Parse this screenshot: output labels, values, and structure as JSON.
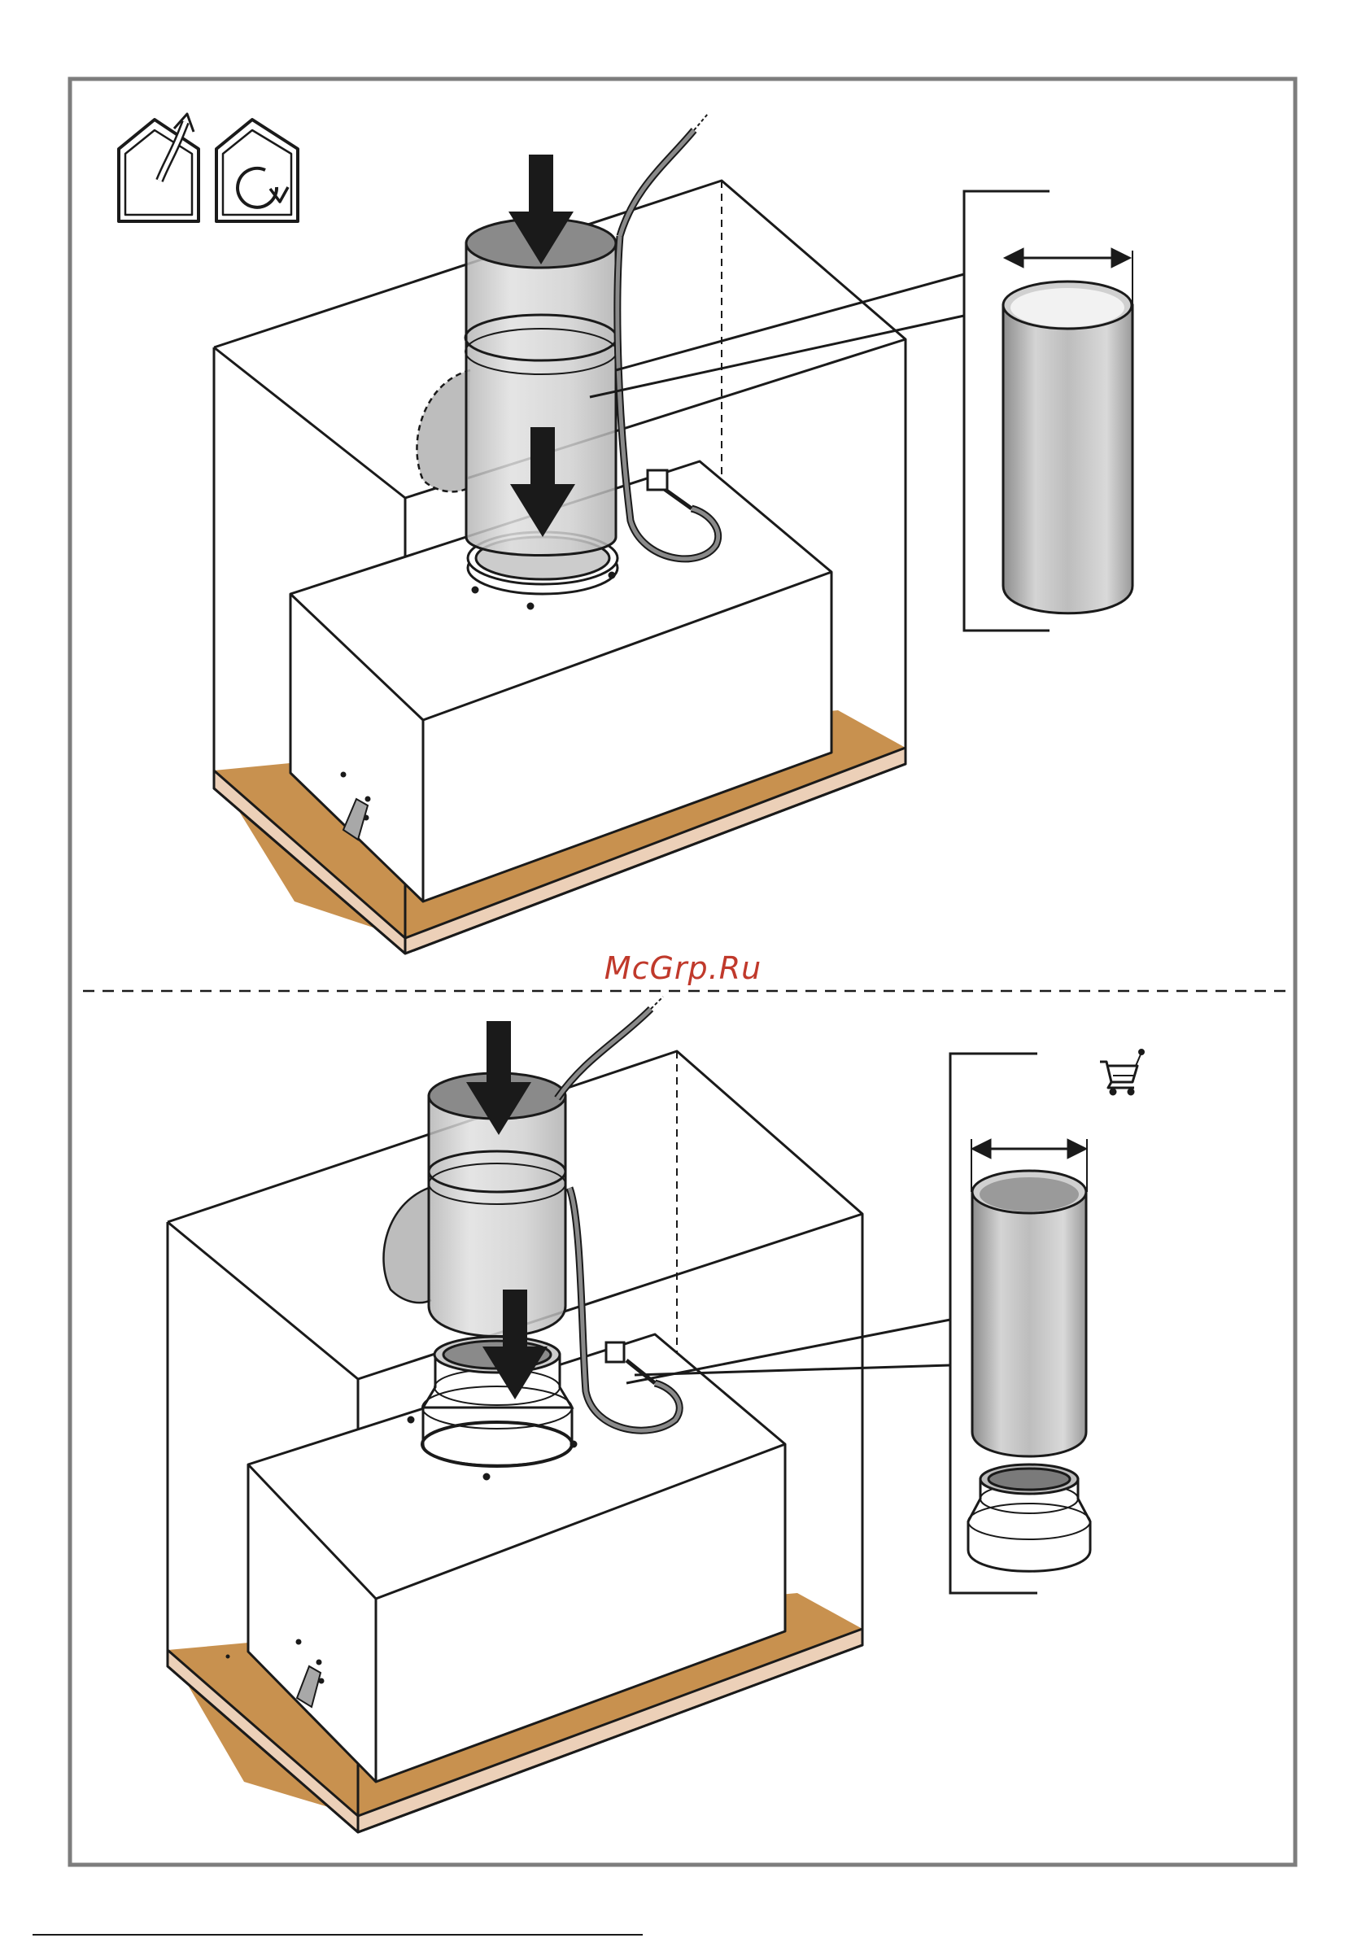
{
  "watermark": {
    "text": "McGrp.Ru",
    "color": "#c0392b"
  },
  "colors": {
    "frame": "#7d7d7d",
    "line": "#1a1a1a",
    "wood": "#c8914f",
    "wood_edge": "#ecd0b8",
    "duct_fill": "#c6c6c6",
    "duct_dark": "#808080",
    "cable": "#8a8a8a"
  },
  "icons": {
    "top_left": [
      "duct-out-icon",
      "recirculation-icon"
    ],
    "bottom_right": [
      "cart-icon"
    ]
  },
  "panels": [
    {
      "name": "ducted-installation-panel",
      "detail": "straight-duct-pipe"
    },
    {
      "name": "reduced-duct-installation-panel",
      "detail": "duct-pipe-with-reducer"
    }
  ]
}
